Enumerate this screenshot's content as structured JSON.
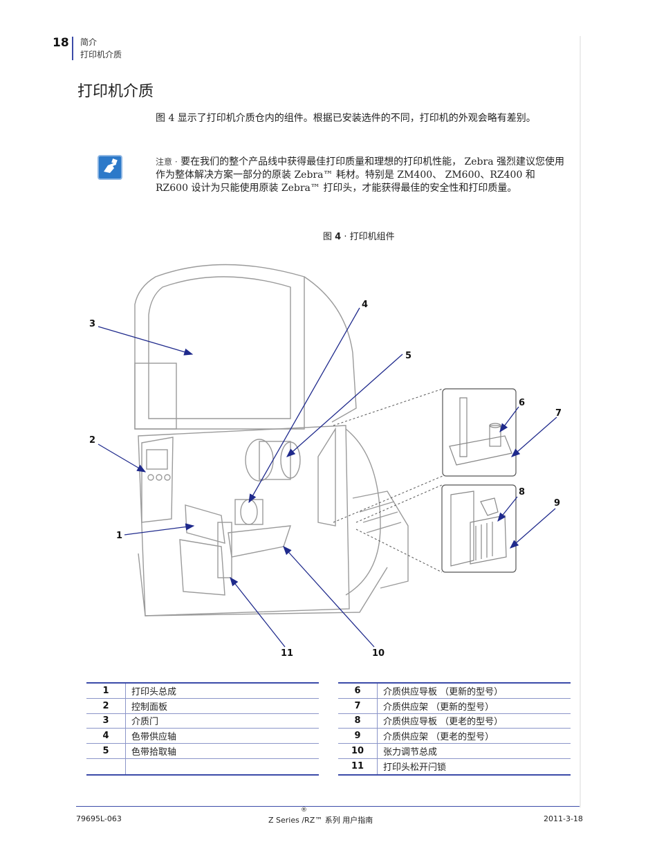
{
  "header": {
    "page_number": "18",
    "section": "简介",
    "subsection": "打印机介质"
  },
  "title": "打印机介质",
  "intro": "图 4 显示了打印机介质仓内的组件。根据已安装选件的不同，打印机的外观会略有差别。",
  "note": {
    "icon": "note-hand-icon",
    "label": "注意 ·",
    "text": " 要在我们的整个产品线中获得最佳打印质量和理想的打印机性能， Zebra 强烈建议您使用作为整体解决方案一部分的原装 Zebra™ 耗材。特别是 ZM400、 ZM600、RZ400 和 RZ600 设计为只能使用原装 Zebra™ 打印头，才能获得最佳的安全性和打印质量。"
  },
  "figure": {
    "caption_prefix": "图 ",
    "caption_number": "4",
    "caption_sep": " · ",
    "caption_text": "打印机组件",
    "callouts": [
      "1",
      "2",
      "3",
      "4",
      "5",
      "6",
      "7",
      "8",
      "9",
      "10",
      "11"
    ]
  },
  "legend_left": [
    {
      "num": "1",
      "label": "打印头总成"
    },
    {
      "num": "2",
      "label": "控制面板"
    },
    {
      "num": "3",
      "label": "介质门"
    },
    {
      "num": "4",
      "label": "色带供应轴"
    },
    {
      "num": "5",
      "label": "色带拾取轴"
    }
  ],
  "legend_right": [
    {
      "num": "6",
      "label": "介质供应导板 （更新的型号）"
    },
    {
      "num": "7",
      "label": "介质供应架 （更新的型号）"
    },
    {
      "num": "8",
      "label": "介质供应导板 （更老的型号）"
    },
    {
      "num": "9",
      "label": "介质供应架 （更老的型号）"
    },
    {
      "num": "10",
      "label": "张力调节总成"
    },
    {
      "num": "11",
      "label": "打印头松开闩锁"
    }
  ],
  "footer": {
    "doc_number": "79695L-063",
    "product": "Z Series /RZ™ 系列 用户指南",
    "registered": "®",
    "date": "2011-3-18"
  },
  "colors": {
    "accent": "#3a4aa8",
    "arrow": "#1f2a8c",
    "note_icon": "#2c79c9"
  }
}
